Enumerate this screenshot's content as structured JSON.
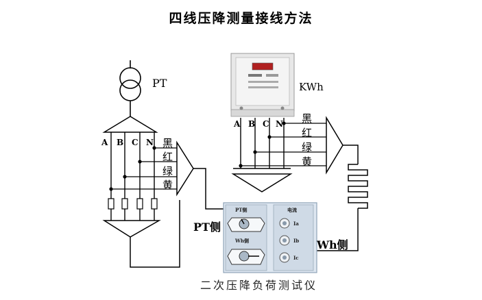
{
  "title": "四线压降测量接线方法",
  "pt_label": "PT",
  "meter_label": "KWh",
  "phases": [
    "A",
    "B",
    "C",
    "N"
  ],
  "cable_colors": [
    "黑",
    "红",
    "绿",
    "黄"
  ],
  "pt_side_label": "PT侧",
  "wh_side_label": "Wh侧",
  "instrument": {
    "pt_port_label": "PT侧",
    "wh_port_label": "Wh侧",
    "current_title": "电流",
    "current_jacks": [
      "Ia",
      "Ib",
      "Ic"
    ],
    "caption": "二次压降负荷测试仪"
  },
  "colors": {
    "line": "#000000",
    "device_bg": "#dde6f0",
    "display": "#b02020"
  }
}
